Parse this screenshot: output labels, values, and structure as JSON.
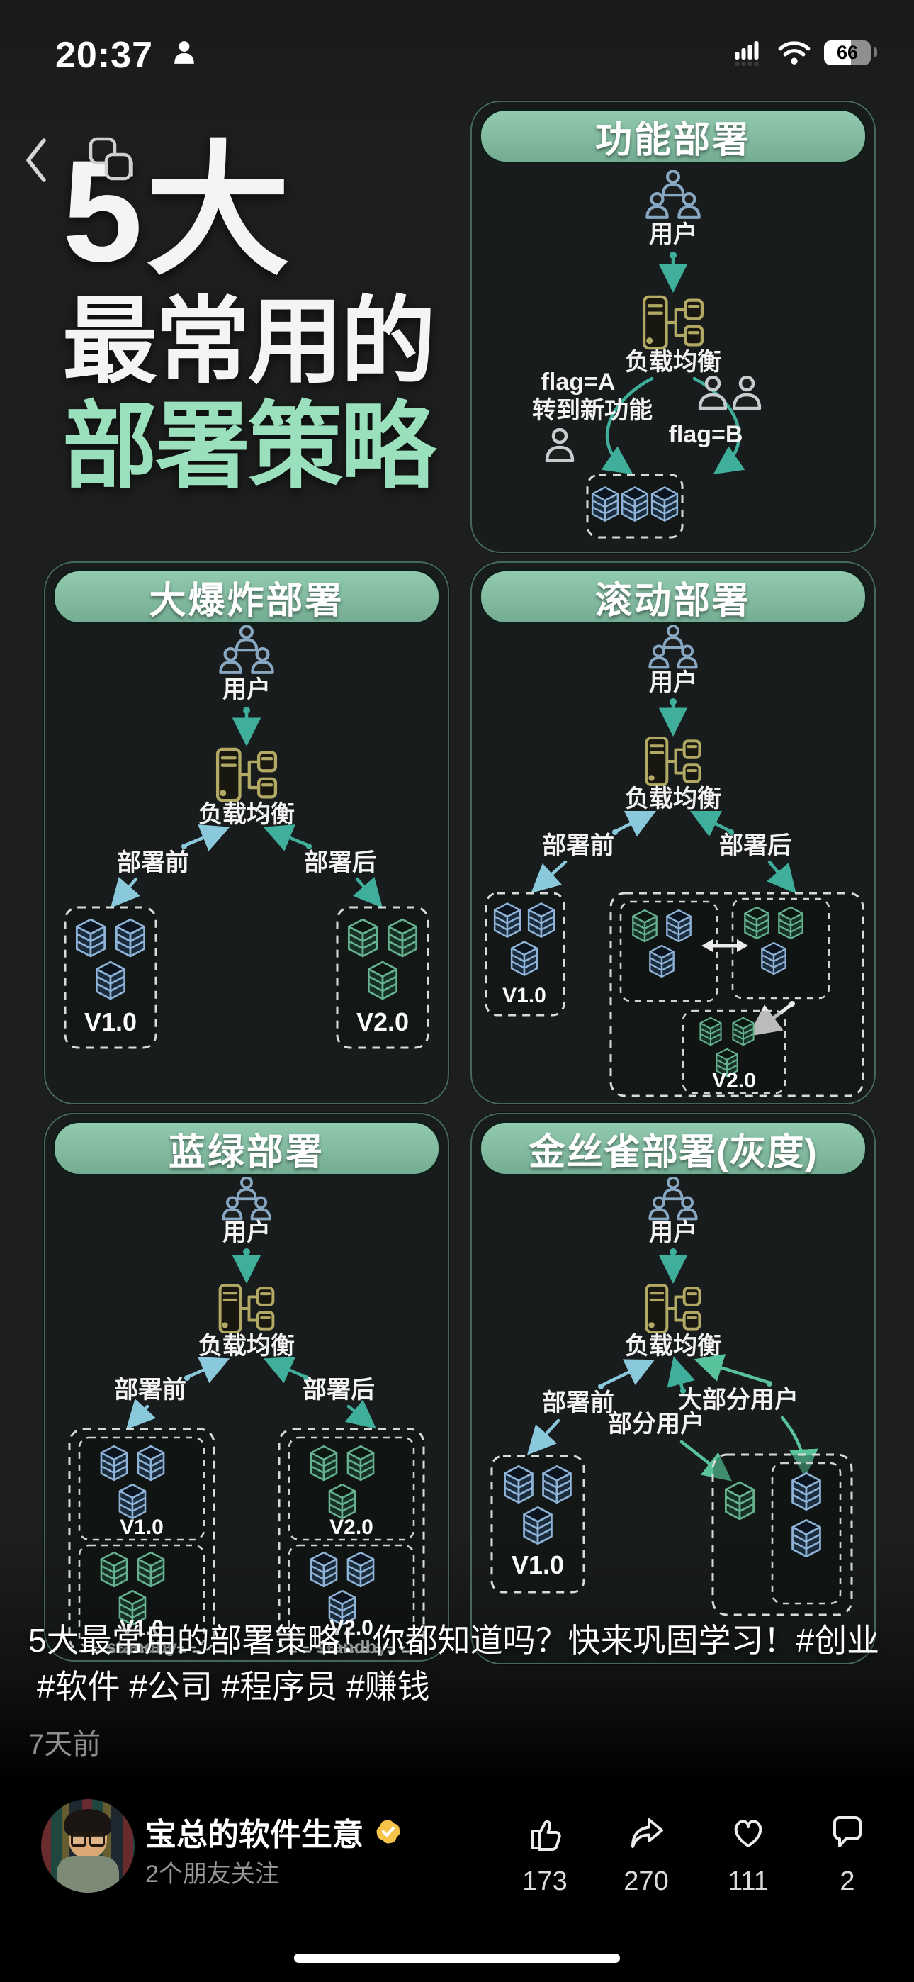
{
  "status_bar": {
    "time": "20:37",
    "battery": "66"
  },
  "title": {
    "line1": "5大",
    "line2": "最常用的",
    "line3": "部署策略",
    "accent_color": "#9be0bd"
  },
  "panels": {
    "feature": {
      "title": "功能部署",
      "users": "用户",
      "lb": "负载均衡",
      "flag_a": "flag=A",
      "flag_a_note": "转到新功能",
      "flag_b": "flag=B"
    },
    "bigbang": {
      "title": "大爆炸部署",
      "users": "用户",
      "lb": "负载均衡",
      "before": "部署前",
      "after": "部署后",
      "v1": "V1.0",
      "v2": "V2.0"
    },
    "rolling": {
      "title": "滚动部署",
      "users": "用户",
      "lb": "负载均衡",
      "before": "部署前",
      "after": "部署后",
      "v1": "V1.0",
      "v2": "V2.0"
    },
    "bluegreen": {
      "title": "蓝绿部署",
      "users": "用户",
      "lb": "负载均衡",
      "before": "部署前",
      "after": "部署后",
      "v1": "V1.0",
      "v2": "V2.0",
      "standby": "standby"
    },
    "canary": {
      "title": "金丝雀部署(灰度)",
      "users": "用户",
      "lb": "负载均衡",
      "before": "部署前",
      "some_users": "部分用户",
      "most_users": "大部分用户",
      "v1": "V1.0"
    }
  },
  "caption": {
    "line1": "5大最常用的部署策略！你都知道吗？快来巩固学习！#创业",
    "line2": "#软件 #公司 #程序员 #赚钱",
    "posted": "7天前"
  },
  "author": {
    "name": "宝总的软件生意",
    "note": "2个朋友关注"
  },
  "actions": {
    "like": "173",
    "share": "270",
    "favorite": "111",
    "comment": "2"
  },
  "colors": {
    "accent_green": "#9be0bd",
    "pill_green": "#84bda1",
    "arrow_teal": "#3fae9b",
    "server_blue": "#8fb4d8",
    "server_green": "#66b190",
    "badge_yellow": "#f6c34a"
  }
}
